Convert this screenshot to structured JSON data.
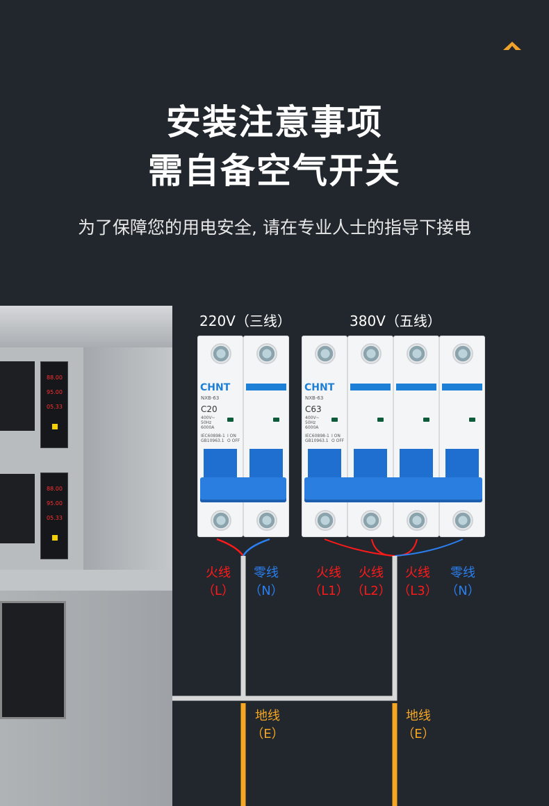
{
  "nav": {
    "icon": "chevron-up-icon",
    "color": "#f0a22a"
  },
  "header": {
    "title_line1": "安装注意事项",
    "title_line2": "需自备空气开关",
    "subtitle": "为了保障您的用电安全, 请在专业人士的指导下接电"
  },
  "groups": [
    {
      "label": "220V（三线）",
      "breaker": {
        "brand": "CHNT",
        "series": "NXB-63",
        "rating": "C20",
        "spec": [
          "400V~",
          "50Hz",
          "6000A"
        ],
        "standard": [
          "IEC60898-1",
          "GB10963.1"
        ],
        "switch": [
          "I ON",
          "O OFF"
        ],
        "poles": 2
      }
    },
    {
      "label": "380V（五线）",
      "breaker": {
        "brand": "CHNT",
        "series": "NXB-63",
        "rating": "C63",
        "spec": [
          "400V~",
          "50Hz",
          "6000A"
        ],
        "standard": [
          "IEC60898-1",
          "GB10963.1"
        ],
        "switch": [
          "I ON",
          "O OFF"
        ],
        "poles": 4
      }
    }
  ],
  "wires": {
    "w220": [
      {
        "name": "火线",
        "code": "（L）",
        "color": "#ff1a1a"
      },
      {
        "name": "零线",
        "code": "（N）",
        "color": "#2b7ff0"
      }
    ],
    "w380": [
      {
        "name": "火线",
        "code": "（L1）",
        "color": "#ff1a1a"
      },
      {
        "name": "火线",
        "code": "（L2）",
        "color": "#ff1a1a"
      },
      {
        "name": "火线",
        "code": "（L3）",
        "color": "#ff1a1a"
      },
      {
        "name": "零线",
        "code": "（N）",
        "color": "#2b7ff0"
      }
    ],
    "ground": {
      "name": "地线",
      "code": "（E）",
      "color": "#f5a623"
    }
  },
  "oven": {
    "displays": [
      "88.00",
      "95.00",
      "05.33"
    ]
  }
}
